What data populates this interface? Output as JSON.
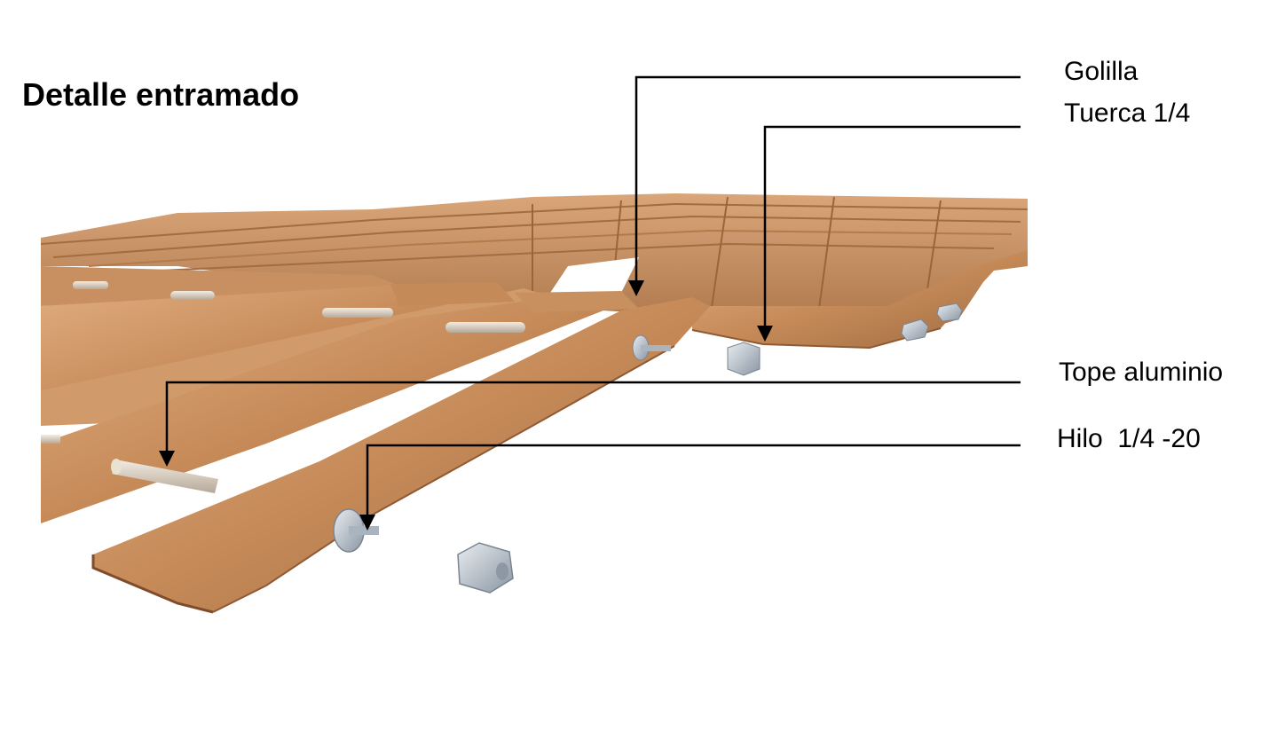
{
  "title": "Detalle entramado",
  "callouts": {
    "golilla": "Golilla",
    "tuerca": "Tuerca 1/4",
    "tope": "Tope aluminio",
    "hilo": "Hilo  1/4 -20"
  },
  "colors": {
    "wood_light": "#d8a273",
    "wood_mid": "#b97a4a",
    "wood_dark": "#8f5a33",
    "rod": "#d9cdbd",
    "metal": "#b9c2cc",
    "leader": "#000000"
  }
}
